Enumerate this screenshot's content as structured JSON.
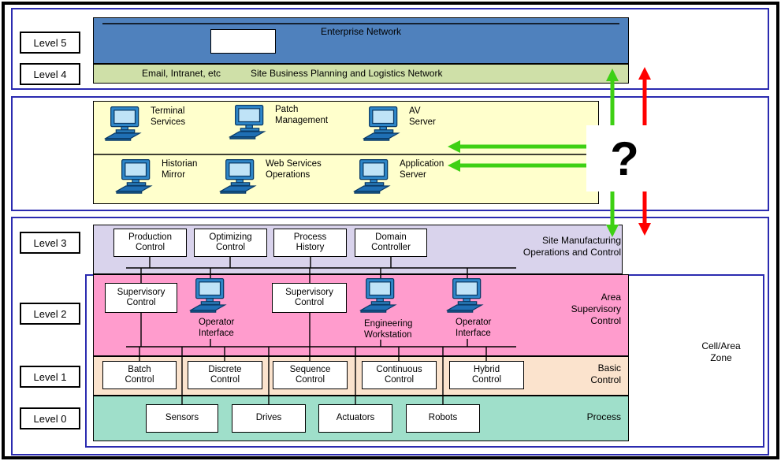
{
  "colors": {
    "enterprise-blue": "#4f81bd",
    "logistics-green": "#cfe0a8",
    "dmz-yellow": "#ffffcc",
    "level3-lavender": "#d9d3ec",
    "level2-pink": "#ff9ccd",
    "level1-peach": "#fbe3cd",
    "level0-teal": "#9fdfca",
    "section-border": "#2b2bb0",
    "arrow-green": "#3ed014",
    "arrow-red": "#ff0000"
  },
  "level_labels": [
    "Level 5",
    "Level 4",
    "Level 3",
    "Level 2",
    "Level 1",
    "Level 0"
  ],
  "enterprise": {
    "network_title": "Enterprise Network",
    "email_label": "Email, Intranet, etc",
    "logistics_label": "Site Business Planning and Logistics Network"
  },
  "dmz": {
    "servers": [
      "Terminal\nServices",
      "Patch\nManagement",
      "AV\nServer",
      "Historian\nMirror",
      "Web Services\nOperations",
      "Application\nServer"
    ]
  },
  "question_mark": "?",
  "level3": {
    "boxes": [
      "Production\nControl",
      "Optimizing\nControl",
      "Process\nHistory",
      "Domain\nController"
    ],
    "zone": "Site Manufacturing\nOperations and Control"
  },
  "level2": {
    "boxes": [
      "Supervisory\nControl",
      "Supervisory\nControl"
    ],
    "workstations": [
      "Operator\nInterface",
      "Engineering\nWorkstation",
      "Operator\nInterface"
    ],
    "zone": "Area\nSupervisory\nControl"
  },
  "level1": {
    "boxes": [
      "Batch\nControl",
      "Discrete\nControl",
      "Sequence\nControl",
      "Continuous\nControl",
      "Hybrid\nControl"
    ],
    "zone": "Basic\nControl"
  },
  "level0": {
    "boxes": [
      "Sensors",
      "Drives",
      "Actuators",
      "Robots"
    ],
    "zone": "Process"
  },
  "cell_area_zone": "Cell/Area\nZone"
}
